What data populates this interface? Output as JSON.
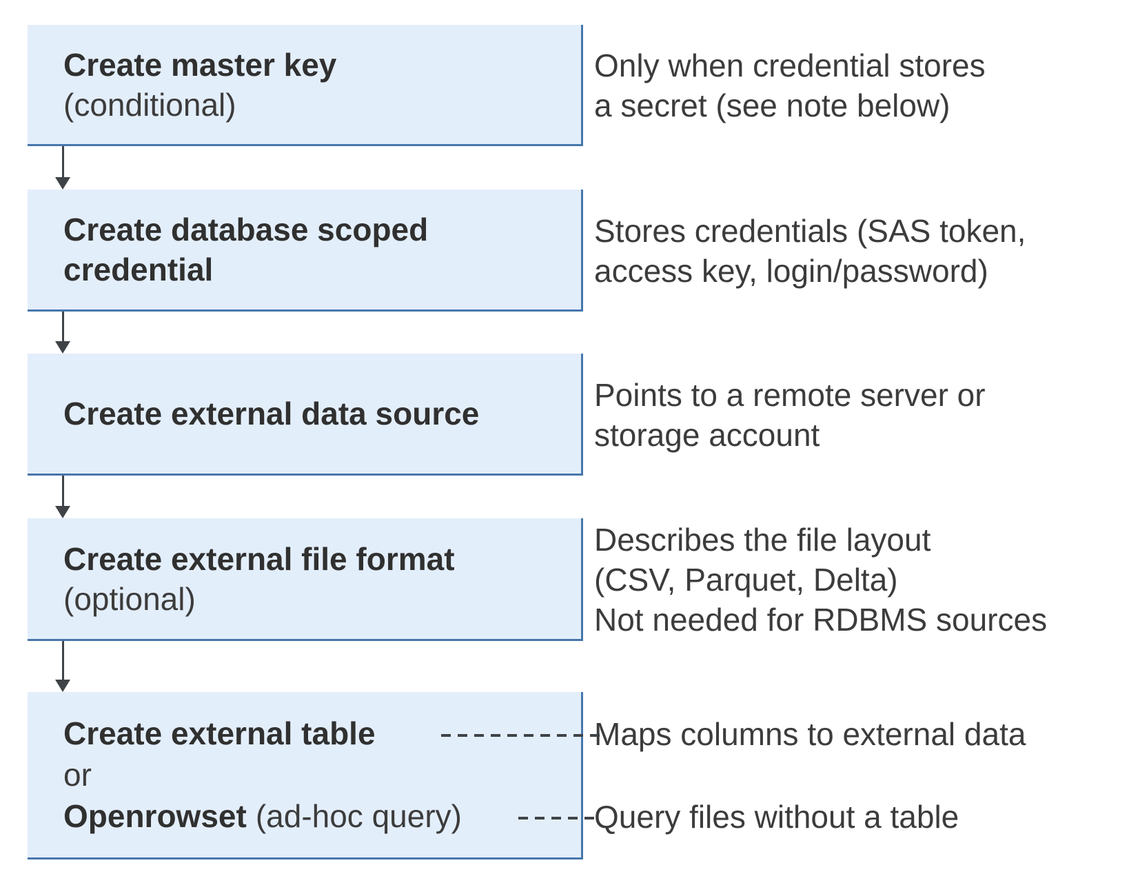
{
  "colors": {
    "background": "#ffffff",
    "box_fill": "#e3eefb",
    "box_border": "#4677ab",
    "arrow": "#3f4347",
    "text_bold": "#303030",
    "text_regular": "#3c3c3c"
  },
  "steps": [
    {
      "title": "Create master key",
      "qualifier": "(conditional)",
      "annotation_lines": [
        "Only when credential stores",
        "a secret (see note below)"
      ]
    },
    {
      "title_line1": "Create database scoped",
      "title_line2": "credential",
      "annotation_lines": [
        "Stores credentials (SAS token,",
        "access key, login/password)"
      ]
    },
    {
      "title": "Create external data source",
      "annotation_lines": [
        "Points to a remote server or",
        "storage account"
      ]
    },
    {
      "title": "Create external file format",
      "qualifier": "(optional)",
      "annotation_lines": [
        "Describes the file layout",
        "(CSV, Parquet, Delta)",
        "Not needed for RDBMS sources"
      ]
    },
    {
      "title": "Create external table",
      "conjunction": "or",
      "alt_title": "Openrowset",
      "alt_qualifier": "(ad-hoc query)",
      "annotation_table": "Maps columns to external data",
      "annotation_openrowset": "Query files without a table"
    }
  ]
}
